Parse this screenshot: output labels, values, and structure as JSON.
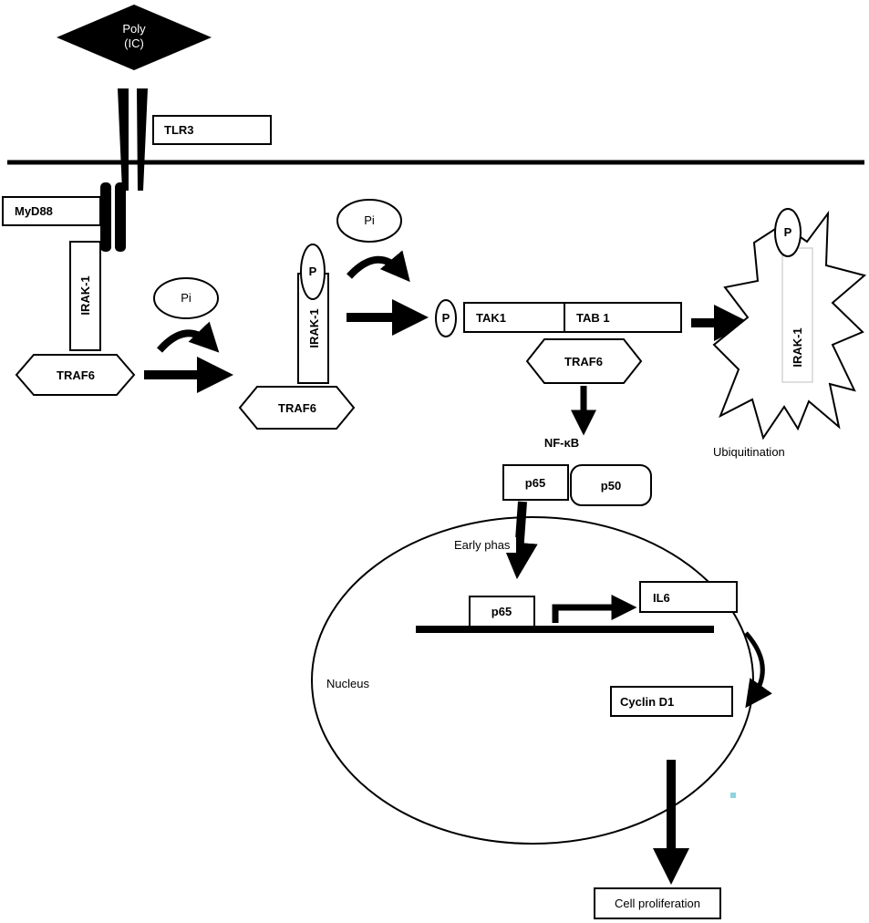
{
  "ligand": {
    "line1": "Poly",
    "line2": "(IC)"
  },
  "receptor": "TLR3",
  "adaptor": "MyD88",
  "kinase": "IRAK-1",
  "traf": "TRAF6",
  "phosphate_group": "Pi",
  "phospho": "P",
  "tak": "TAK1",
  "tab": "TAB 1",
  "ubiquitination": "Ubiquitination",
  "nfkb": "NF-κB",
  "p65": "p65",
  "p50": "p50",
  "early_phase": "Early phas",
  "nucleus": "Nucleus",
  "il6": "IL6",
  "cyclin": "Cyclin D1",
  "cell_prolif": "Cell proliferation",
  "colors": {
    "stroke": "#000000",
    "fill": "#ffffff",
    "marker": "#8fd3e0"
  }
}
